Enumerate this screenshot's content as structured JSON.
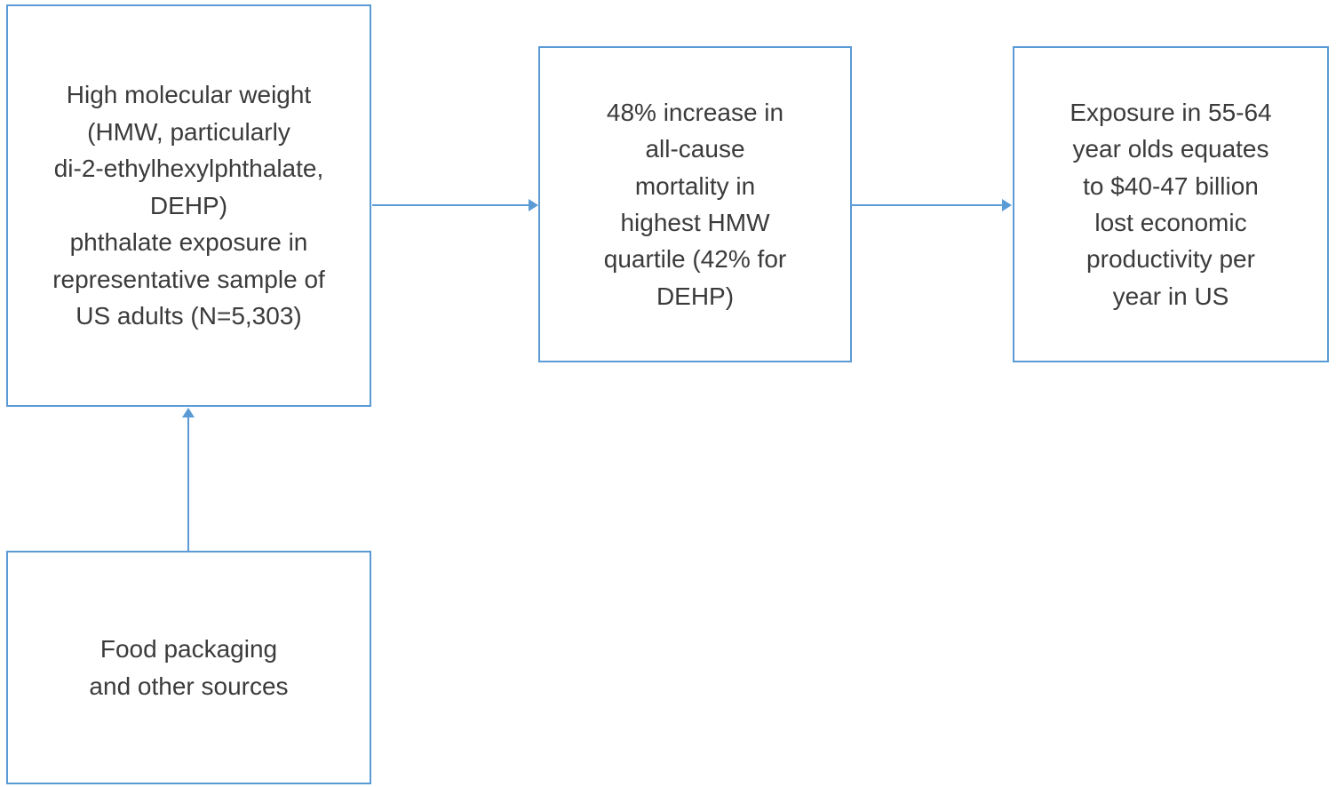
{
  "diagram": {
    "type": "flowchart",
    "colors": {
      "box_border": "#5b9bd5",
      "arrow": "#5b9bd5",
      "text": "#3b3b3b",
      "bg": "#ffffff"
    },
    "boxes": [
      {
        "id": "hmw-exposure",
        "text": "High molecular weight\n(HMW, particularly\ndi-2-ethylhexylphthalate,\nDEHP)\nphthalate exposure in\nrepresentative sample of\nUS adults (N=5,303)"
      },
      {
        "id": "mortality-increase",
        "text": "48% increase in\nall-cause\nmortality in\nhighest HMW\nquartile (42% for\nDEHP)"
      },
      {
        "id": "economic-cost",
        "text": "Exposure in 55-64\nyear olds equates\nto $40-47 billion\nlost economic\nproductivity per\nyear in US"
      },
      {
        "id": "food-packaging",
        "text": "Food packaging\nand other sources"
      }
    ],
    "arrows": [
      {
        "from": "hmw-exposure",
        "to": "mortality-increase",
        "direction": "right"
      },
      {
        "from": "mortality-increase",
        "to": "economic-cost",
        "direction": "right"
      },
      {
        "from": "food-packaging",
        "to": "hmw-exposure",
        "direction": "up"
      }
    ]
  }
}
